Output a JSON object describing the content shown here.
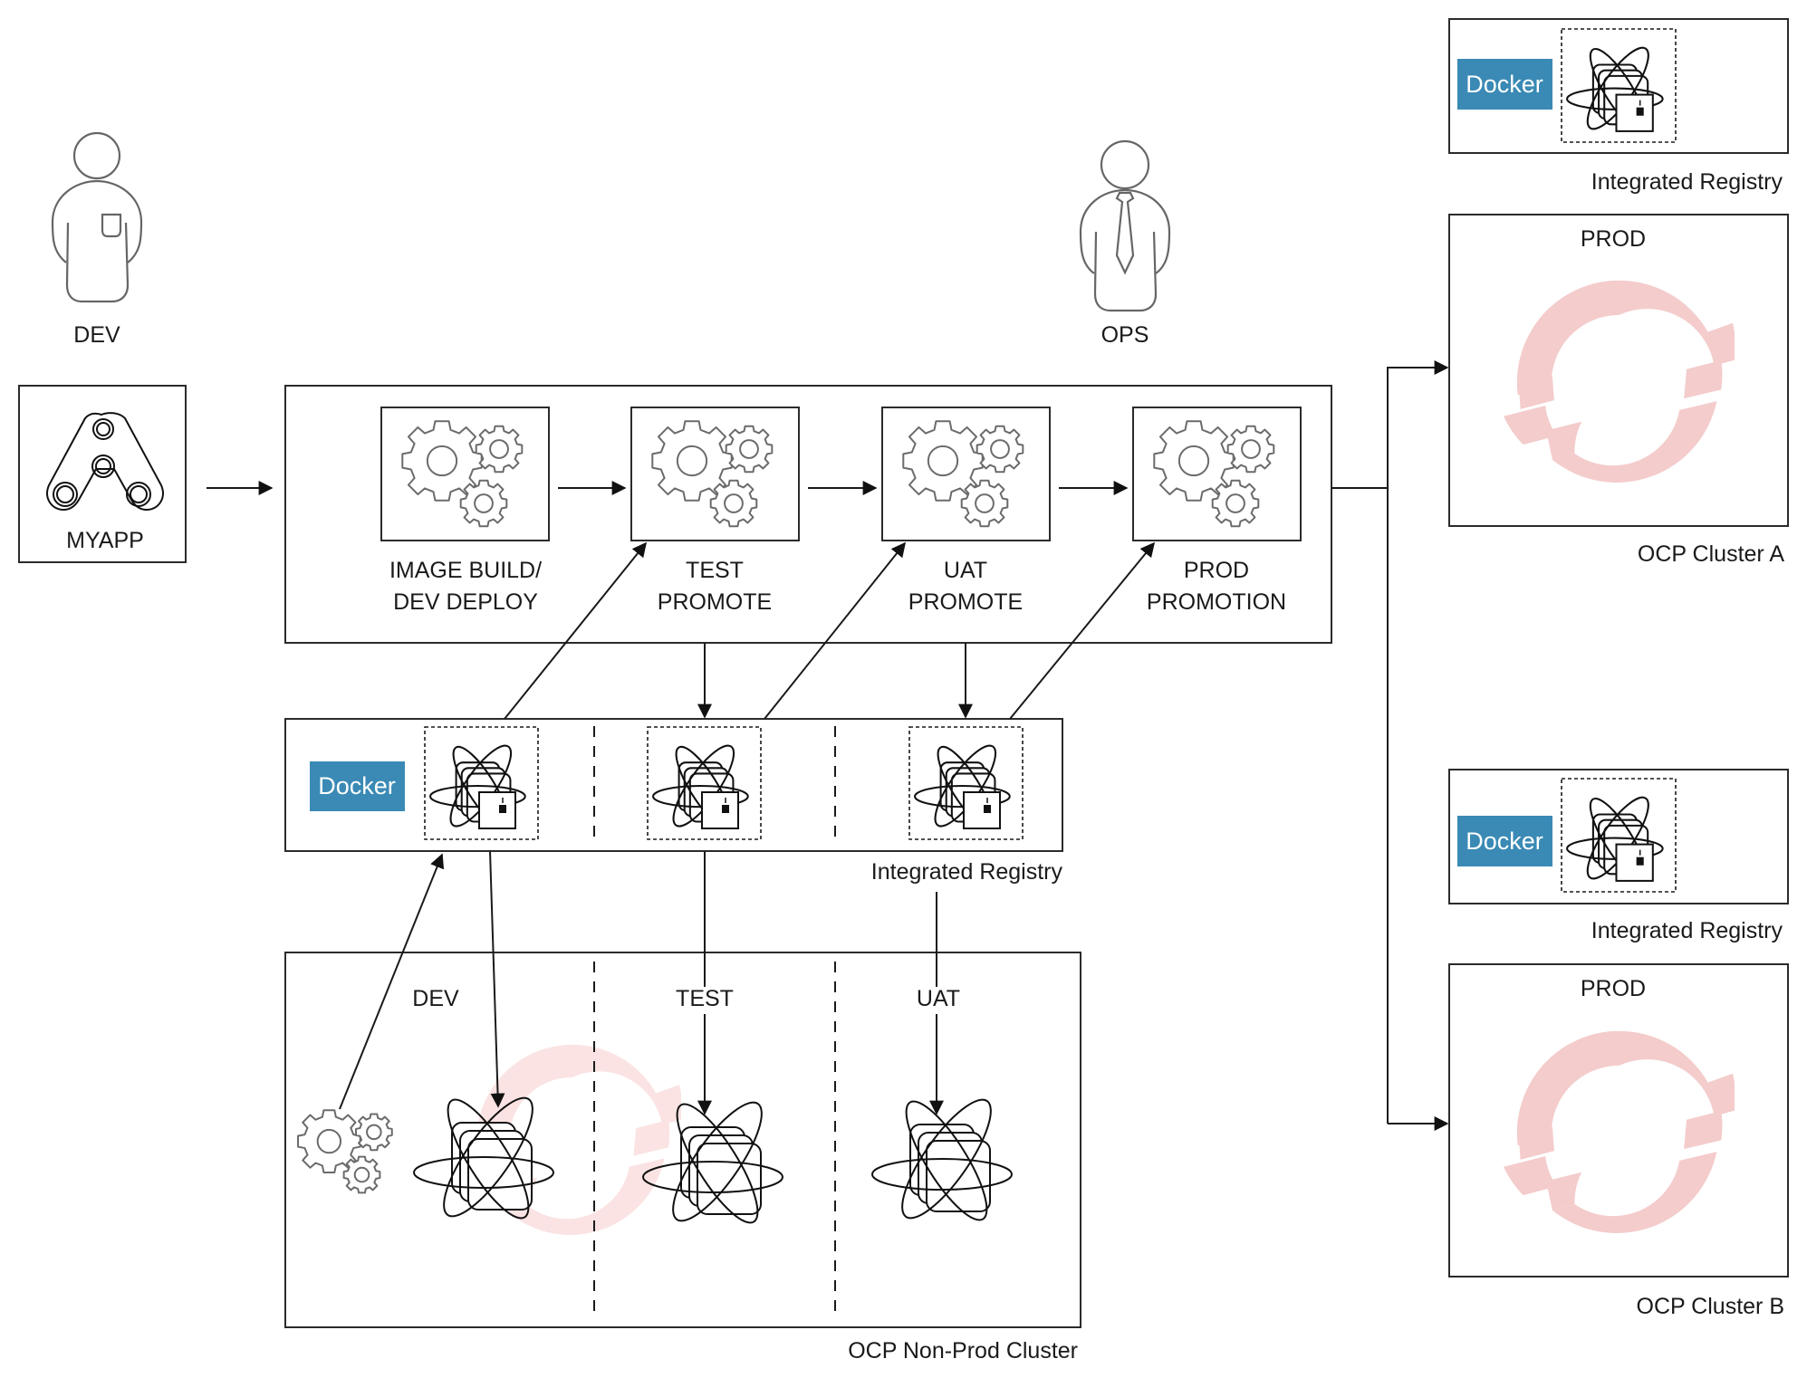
{
  "title": "OpenShift image promotion pipeline",
  "colors": {
    "docker_blue": "#3a8ab5",
    "openshift_ring_prod": "#f4cccc",
    "openshift_ring_nonprod": "#fbe3e3",
    "line": "#1a1a1a"
  },
  "actors": {
    "dev": {
      "label": "DEV",
      "icon": "developer-person-icon"
    },
    "ops": {
      "label": "OPS",
      "icon": "operator-person-icon"
    }
  },
  "app": {
    "label": "MYAPP",
    "icon": "app-nodes-icon"
  },
  "pipeline": {
    "stages": [
      {
        "line1": "IMAGE BUILD/",
        "line2": "DEV DEPLOY",
        "icon": "gears-icon"
      },
      {
        "line1": "TEST",
        "line2": "PROMOTE",
        "icon": "gears-icon"
      },
      {
        "line1": "UAT",
        "line2": "PROMOTE",
        "icon": "gears-icon"
      },
      {
        "line1": "PROD",
        "line2": "PROMOTION",
        "icon": "gears-icon"
      }
    ]
  },
  "nonprod_registry": {
    "docker_label": "Docker",
    "caption": "Integrated Registry",
    "images": 3
  },
  "nonprod_cluster": {
    "caption": "OCP Non-Prod Cluster",
    "environments": [
      "DEV",
      "TEST",
      "UAT"
    ]
  },
  "cluster_a": {
    "registry_docker_label": "Docker",
    "registry_caption": "Integrated Registry",
    "env_label": "PROD",
    "caption": "OCP Cluster A"
  },
  "cluster_b": {
    "registry_docker_label": "Docker",
    "registry_caption": "Integrated Registry",
    "env_label": "PROD",
    "caption": "OCP Cluster B"
  }
}
